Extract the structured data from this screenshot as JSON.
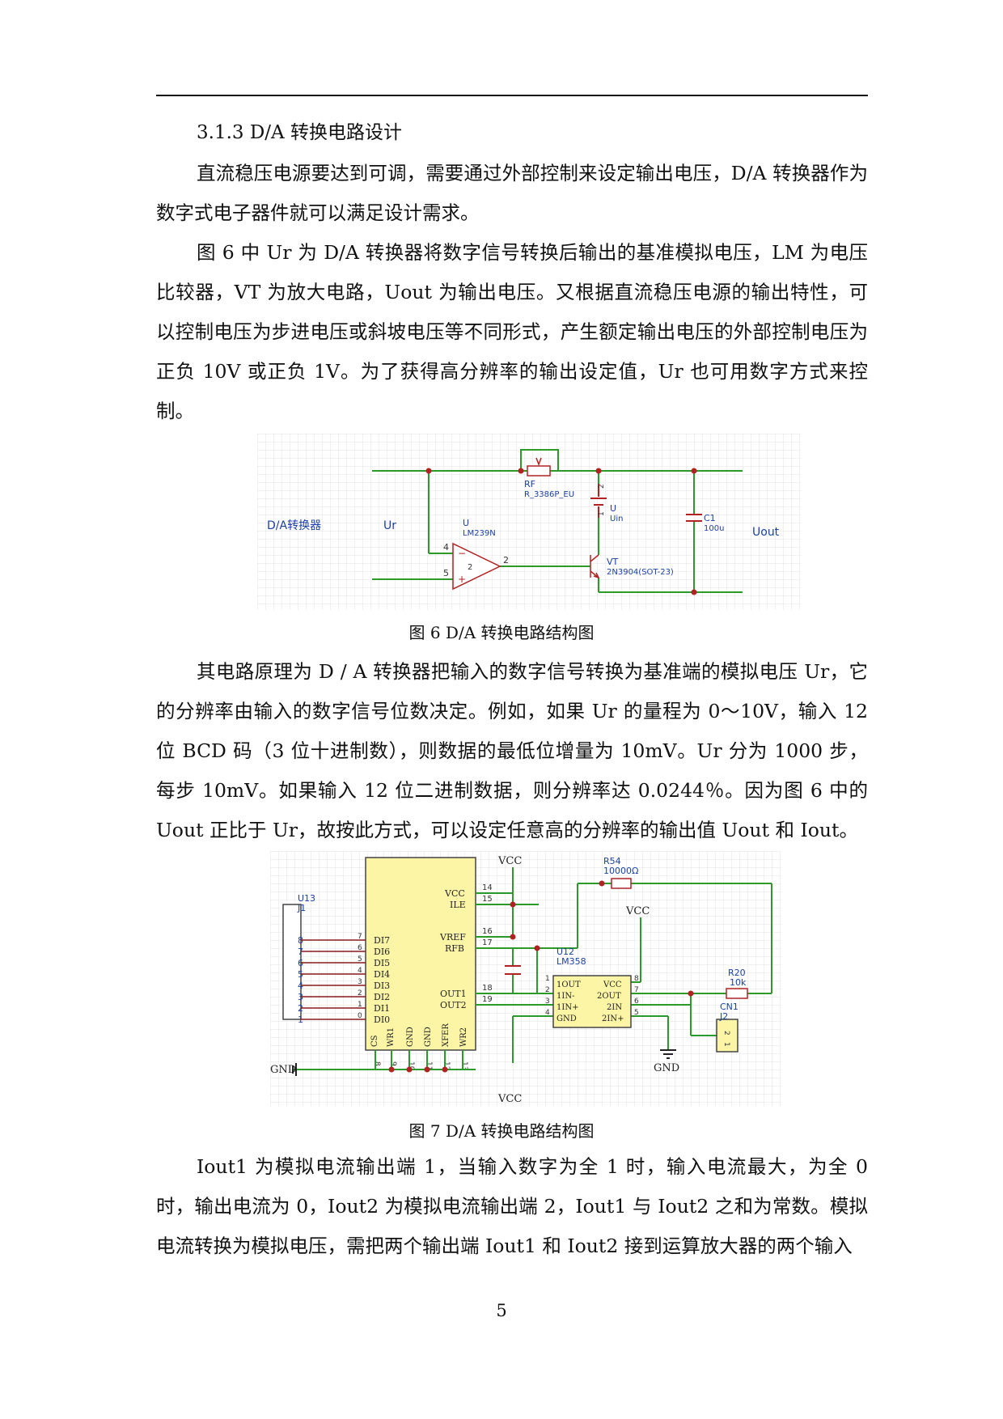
{
  "section_heading": "3.1.3 D/A 转换电路设计",
  "paragraphs": [
    "直流稳压电源要达到可调，需要通过外部控制来设定输出电压，D/A 转换器作为数字式电子器件就可以满足设计需求。",
    "图 6 中 Ur 为 D/A 转换器将数字信号转换后输出的基准模拟电压，LM 为电压比较器，VT 为放大电路，Uout 为输出电压。又根据直流稳压电源的输出特性，可以控制电压为步进电压或斜坡电压等不同形式，产生额定输出电压的外部控制电压为正负 10V 或正负 1V。为了获得高分辨率的输出设定值，Ur 也可用数字方式来控制。",
    "其电路原理为 D / A 转换器把输入的数字信号转换为基准端的模拟电压 Ur，它的分辨率由输入的数字信号位数决定。例如，如果 Ur 的量程为 0～10V，输入 12 位 BCD 码（3 位十进制数），则数据的最低位增量为 10mV。Ur 分为 1000 步，每步 10mV。如果输入 12 位二进制数据，则分辨率达 0.0244％。因为图 6 中的 Uout 正比于 Ur，故按此方式，可以设定任意高的分辨率的输出值 Uout 和 Iout。",
    "Iout1 为模拟电流输出端 1，当输入数字为全 1 时，输入电流最大，为全 0 时，输出电流为 0，Iout2 为模拟电流输出端 2，Iout1 与 Iout2 之和为常数。模拟电流转换为模拟电压，需把两个输出端 Iout1 和 Iout2 接到运算放大器的两个输入"
  ],
  "figure6": {
    "caption": "图 6 D/A 转换电路结构图",
    "labels": {
      "da": "D/A转换器",
      "ur": "Ur",
      "uout": "Uout",
      "rf": "RF",
      "rf_part": "R_3386P_EU",
      "u_src": "U",
      "u_src_val": "Uin",
      "c1": "C1",
      "c1_val": "100u",
      "u_cmp": "U",
      "u_cmp_part": "LM239N",
      "pin4": "4",
      "pin5": "5",
      "pin2": "2",
      "vt": "VT",
      "vt_part": "2N3904(SOT-23)",
      "pin1": "1",
      "pin2b": "2"
    }
  },
  "figure7": {
    "caption": "图 7   D/A 转换电路结构图",
    "labels": {
      "u13": "U13",
      "j1": "J1",
      "vcc_top": "VCC",
      "vcc_mid": "VCC",
      "vcc_bot": "VCC",
      "gnd_left": "GND",
      "gnd_right": "GND",
      "r54": "R54",
      "r54_val": "10000Ω",
      "r20": "R20",
      "r20_val": "10k",
      "u12": "U12",
      "u12_part": "LM358",
      "cn1": "CN1",
      "j2": "J2",
      "vcc_pin": "VCC",
      "ile": "ILE",
      "vref": "VREF",
      "rfb": "RFB",
      "out1": "OUT1",
      "out2": "OUT2",
      "cs": "CS",
      "wr1": "WR1",
      "gnd_pin": "GND",
      "gnd_pin2": "GND",
      "xfer": "XFER",
      "wr2": "WR2",
      "p14": "14",
      "p15": "15",
      "p16": "16",
      "p17": "17",
      "p18": "18",
      "p19": "19",
      "op_1out": "1OUT",
      "op_1in_m": "1IN-",
      "op_1in_p": "1IN+",
      "op_gnd": "GND",
      "op_vcc": "VCC",
      "op_2out": "2OUT",
      "op_2in_m": "2IN",
      "op_2in_p": "2IN+",
      "op_p1": "1",
      "op_p2": "2",
      "op_p3": "3",
      "op_p4": "4",
      "op_p5": "5",
      "op_p6": "6",
      "op_p7": "7",
      "op_p8": "8",
      "cn_p1": "1",
      "cn_p2": "2"
    },
    "di_labels": [
      "DI7",
      "DI6",
      "DI5",
      "DI4",
      "DI3",
      "DI2",
      "DI1",
      "DI0"
    ],
    "di_pins": [
      "7",
      "6",
      "5",
      "4",
      "3",
      "2",
      "1",
      "0"
    ],
    "j1_pins": [
      "8",
      "7",
      "6",
      "5",
      "4",
      "3",
      "2",
      "1"
    ],
    "bottom_pins": [
      "8",
      "9",
      "10",
      "11",
      "12",
      "13"
    ]
  },
  "page_number": "5"
}
